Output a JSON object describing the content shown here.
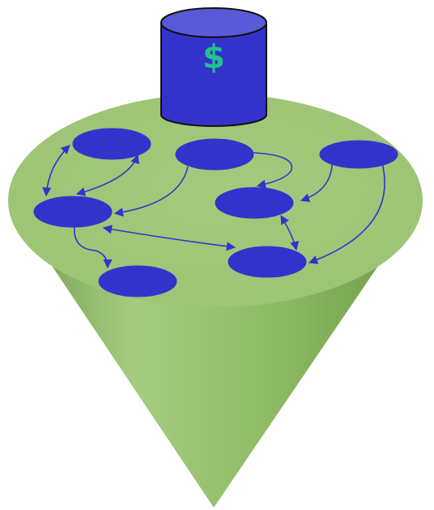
{
  "database": {
    "symbol": "$"
  },
  "colors": {
    "cone_light": "#a6cb80",
    "cone_mid": "#8fbc65",
    "cone_dark": "#6f9a48",
    "cone_top": "#9dc374",
    "node_fill": "#3333cc",
    "node_stroke": "#3333cc",
    "edge": "#3333cc",
    "db_fill": "#3333cc",
    "db_top": "#5a5ad8",
    "db_stroke": "#111111",
    "symbol": "#22c28a"
  },
  "nodes": [
    {
      "id": "n1"
    },
    {
      "id": "n2"
    },
    {
      "id": "n3"
    },
    {
      "id": "n4"
    },
    {
      "id": "n5"
    },
    {
      "id": "n6"
    },
    {
      "id": "n7"
    },
    {
      "id": "n8"
    }
  ],
  "edges": [
    {
      "from": "n1",
      "to": "n4",
      "direction": "both"
    },
    {
      "from": "n1",
      "to": "n4",
      "direction": "both"
    },
    {
      "from": "n2",
      "to": "n4",
      "direction": "forward"
    },
    {
      "from": "n2",
      "to": "n5",
      "direction": "forward"
    },
    {
      "from": "n3",
      "to": "n5",
      "direction": "forward"
    },
    {
      "from": "n3",
      "to": "n7",
      "direction": "forward"
    },
    {
      "from": "n4",
      "to": "n8",
      "direction": "forward"
    },
    {
      "from": "n4",
      "to": "n7",
      "direction": "both"
    },
    {
      "from": "n5",
      "to": "n7",
      "direction": "both"
    }
  ]
}
